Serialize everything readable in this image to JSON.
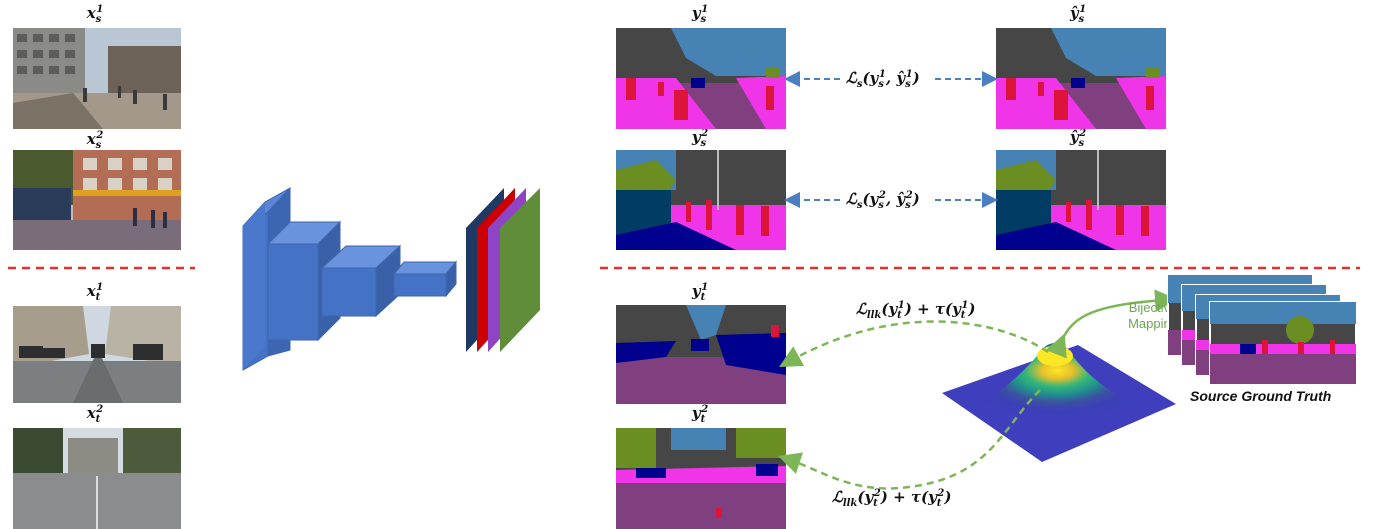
{
  "source_images": [
    {
      "label": "x_s^1"
    },
    {
      "label": "x_s^2"
    }
  ],
  "target_images": [
    {
      "label": "x_t^1"
    },
    {
      "label": "x_t^2"
    }
  ],
  "source_predictions": [
    {
      "label": "y_s^1"
    },
    {
      "label": "y_s^2"
    }
  ],
  "source_ground_truths": [
    {
      "label": "ŷ_s^1"
    },
    {
      "label": "ŷ_s^2"
    }
  ],
  "target_predictions": [
    {
      "label": "y_t^1"
    },
    {
      "label": "y_t^2"
    }
  ],
  "source_losses": [
    {
      "text": "ℒs(ys1, ŷs1)"
    },
    {
      "text": "ℒs(ys2, ŷs2)"
    }
  ],
  "target_losses": [
    {
      "text": "ℒllk(yt1) + τ(yt1)"
    },
    {
      "text": "ℒllk(yt2) + τ(yt2)"
    }
  ],
  "bijective_mapping": {
    "line1": "Bijective",
    "line2": "Mapping"
  },
  "source_gt_caption": "Source Ground Truth",
  "colors": {
    "divider": "#e03030",
    "arrow_blue": "#4a7fc1",
    "arrow_green": "#7db657",
    "network_blue": "#4472c4",
    "seg_road": "#80407f",
    "seg_sidewalk": "#f035e8",
    "seg_building": "#464646",
    "seg_sky": "#4682b4",
    "seg_vegetation": "#6b8e23",
    "seg_car": "#00008e",
    "seg_person": "#dc143c"
  }
}
